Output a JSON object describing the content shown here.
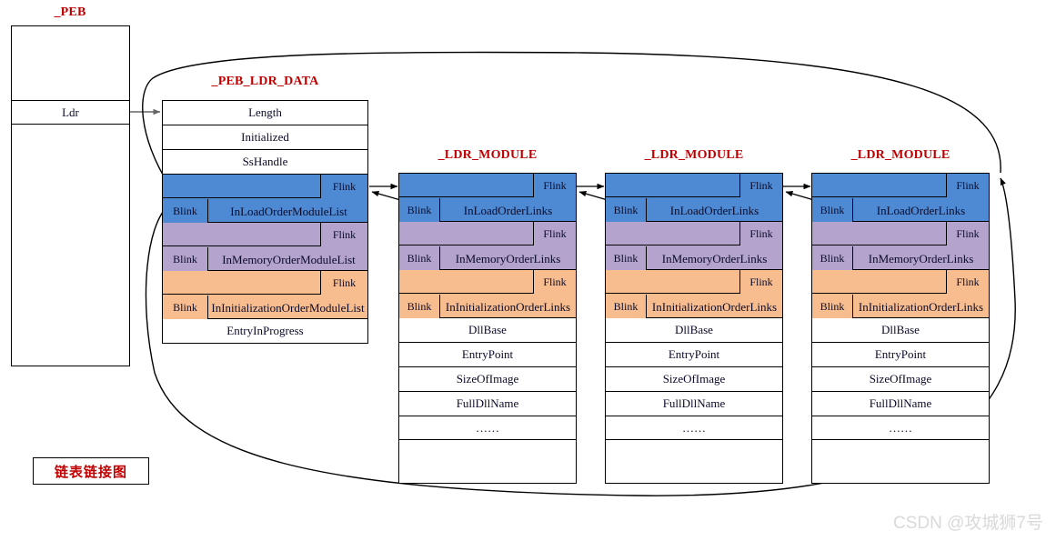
{
  "diagram": {
    "legend_label": "链表链接图",
    "watermark": "CSDN @攻城狮7号",
    "colors": {
      "title_red": "#c00000",
      "load_order_blue": "#4e8ad4",
      "memory_order_purple": "#b3a3cd",
      "init_order_orange": "#f7bd8e",
      "stroke": "#000000",
      "ldr_arrow_gray": "#666666",
      "watermark_gray": "#d9d9d9"
    }
  },
  "peb": {
    "title": "_PEB",
    "rows": [
      {
        "label": ""
      },
      {
        "label": "Ldr"
      },
      {
        "label": ""
      }
    ]
  },
  "peb_ldr_data": {
    "title": "_PEB_LDR_DATA",
    "scalar_rows_top": [
      {
        "label": "Length"
      },
      {
        "label": "Initialized"
      },
      {
        "label": "SsHandle"
      }
    ],
    "link_rows": [
      {
        "label": "InLoadOrderModuleList",
        "flink": "Flink",
        "blink": "Blink",
        "color": "blue"
      },
      {
        "label": "InMemoryOrderModuleList",
        "flink": "Flink",
        "blink": "Blink",
        "color": "purple"
      },
      {
        "label": "InInitializationOrderModuleList",
        "flink": "Flink",
        "blink": "Blink",
        "color": "orange"
      }
    ],
    "scalar_rows_bottom": [
      {
        "label": "EntryInProgress"
      }
    ]
  },
  "ldr_modules": [
    {
      "title": "_LDR_MODULE",
      "link_rows": [
        {
          "label": "InLoadOrderLinks",
          "flink": "Flink",
          "blink": "Blink",
          "color": "blue"
        },
        {
          "label": "InMemoryOrderLinks",
          "flink": "Flink",
          "blink": "Blink",
          "color": "purple"
        },
        {
          "label": "InInitializationOrderLinks",
          "flink": "Flink",
          "blink": "Blink",
          "color": "orange"
        }
      ],
      "field_rows": [
        {
          "label": "DllBase"
        },
        {
          "label": "EntryPoint"
        },
        {
          "label": "SizeOfImage"
        },
        {
          "label": "FullDllName"
        },
        {
          "label": "……"
        },
        {
          "label": ""
        }
      ]
    },
    {
      "title": "_LDR_MODULE",
      "link_rows": [
        {
          "label": "InLoadOrderLinks",
          "flink": "Flink",
          "blink": "Blink",
          "color": "blue"
        },
        {
          "label": "InMemoryOrderLinks",
          "flink": "Flink",
          "blink": "Blink",
          "color": "purple"
        },
        {
          "label": "InInitializationOrderLinks",
          "flink": "Flink",
          "blink": "Blink",
          "color": "orange"
        }
      ],
      "field_rows": [
        {
          "label": "DllBase"
        },
        {
          "label": "EntryPoint"
        },
        {
          "label": "SizeOfImage"
        },
        {
          "label": "FullDllName"
        },
        {
          "label": "……"
        },
        {
          "label": ""
        }
      ]
    },
    {
      "title": "_LDR_MODULE",
      "link_rows": [
        {
          "label": "InLoadOrderLinks",
          "flink": "Flink",
          "blink": "Blink",
          "color": "blue"
        },
        {
          "label": "InMemoryOrderLinks",
          "flink": "Flink",
          "blink": "Blink",
          "color": "purple"
        },
        {
          "label": "InInitializationOrderLinks",
          "flink": "Flink",
          "blink": "Blink",
          "color": "orange"
        }
      ],
      "field_rows": [
        {
          "label": "DllBase"
        },
        {
          "label": "EntryPoint"
        },
        {
          "label": "SizeOfImage"
        },
        {
          "label": "FullDllName"
        },
        {
          "label": "……"
        },
        {
          "label": ""
        }
      ]
    }
  ]
}
